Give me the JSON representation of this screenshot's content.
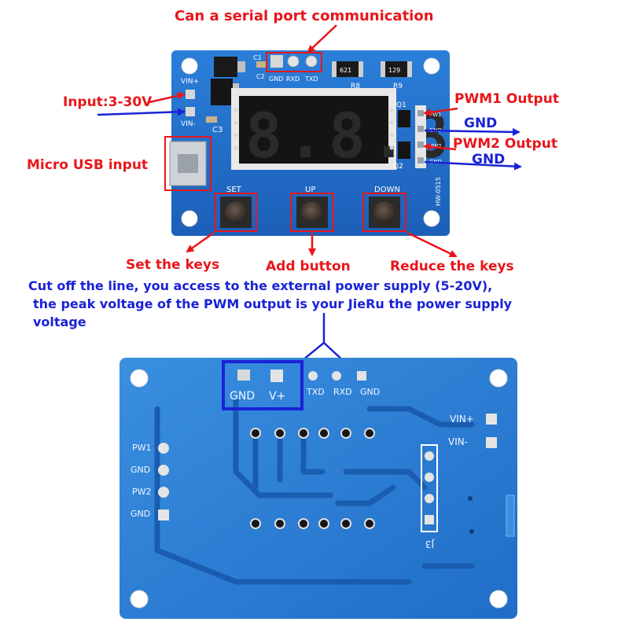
{
  "front_labels": {
    "serial": "Can a serial port communication",
    "input": "Input:3-30V",
    "pwm1": "PWM1 Output",
    "gnd1": "GND",
    "pwm2": "PWM2 Output",
    "gnd2": "GND",
    "usb": "Micro USB input",
    "set_keys": "Set the keys",
    "add_button": "Add button",
    "reduce_keys": "Reduce the keys"
  },
  "note": {
    "line1": "Cut off the line, you access to the external power supply (5-20V),",
    "line2": "the peak voltage of the PWM output is your JieRu the power supply",
    "line3": "voltage"
  },
  "front_silk": {
    "vin_plus": "VIN+",
    "vin_minus": "VIN-",
    "c1": "C1",
    "c2": "C2",
    "c3": "C3",
    "r8": "R8",
    "r9": "R9",
    "q1": "Q1",
    "q2": "Q2",
    "res1": "621",
    "res2": "129",
    "gnd": "GND",
    "rxd": "RXD",
    "txd": "TXD",
    "pw1": "PW1",
    "pw2": "PW2",
    "gnd_small": "GND",
    "set": "SET",
    "up": "UP",
    "down": "DOWN",
    "model": "HW-0515",
    "display": "8.8.8"
  },
  "back_silk": {
    "gnd": "GND",
    "vplus": "V+",
    "txd": "TXD",
    "rxd": "RXD",
    "gnd2": "GND",
    "vin_plus": "VIN+",
    "vin_minus": "VIN-",
    "pw1": "PW1",
    "gnd3": "GND",
    "pw2": "PW2",
    "gnd4": "GND",
    "j3": "J3"
  },
  "colors": {
    "label_red": "#e8161b",
    "label_blue": "#1a22d6",
    "pcb_blue": "#1f6fcb",
    "pcb_back": "#2a7fd6"
  }
}
